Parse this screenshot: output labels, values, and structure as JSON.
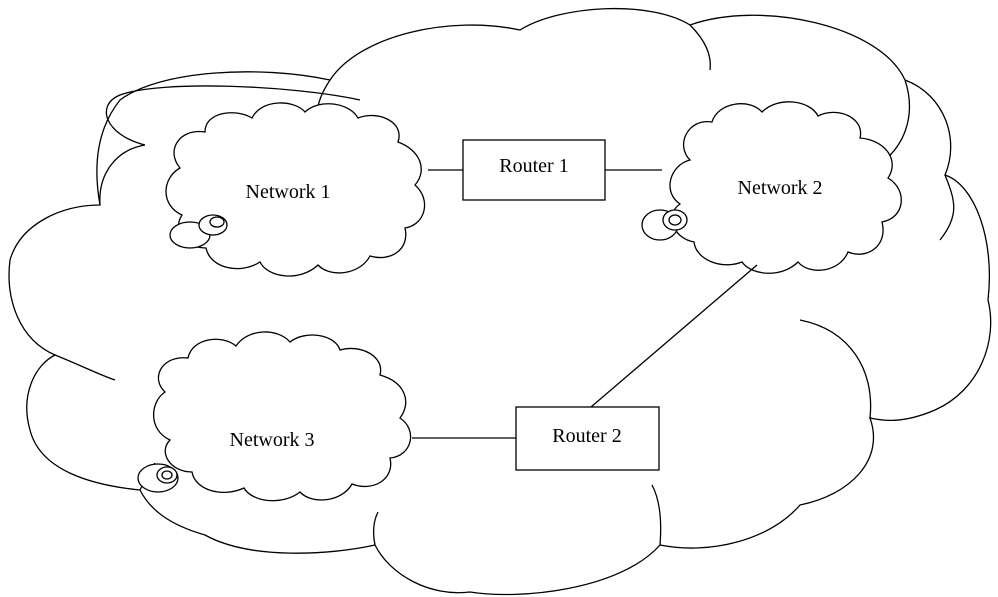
{
  "diagram": {
    "networks": [
      {
        "label": "Network 1"
      },
      {
        "label": "Network 2"
      },
      {
        "label": "Network 3"
      }
    ],
    "routers": [
      {
        "label": "Router 1"
      },
      {
        "label": "Router 2"
      }
    ],
    "links": [
      {
        "from": "Network 1",
        "to": "Router 1"
      },
      {
        "from": "Router 1",
        "to": "Network 2"
      },
      {
        "from": "Network 2",
        "to": "Router 2"
      },
      {
        "from": "Router 2",
        "to": "Network 3"
      }
    ]
  }
}
